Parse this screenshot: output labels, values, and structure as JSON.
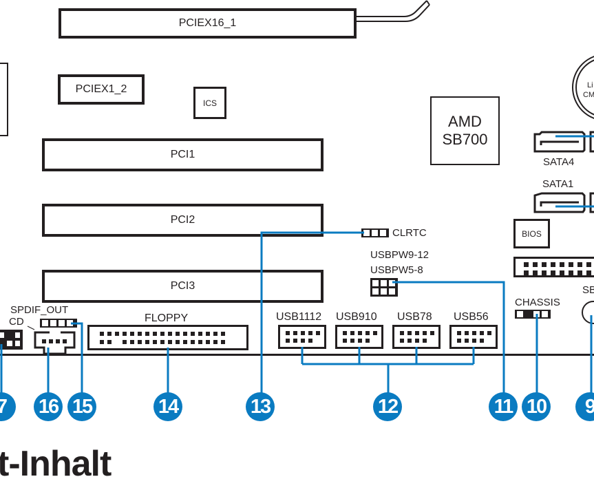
{
  "slots": {
    "pciex16_1": "PCIEX16_1",
    "pciex1_2": "PCIEX1_2",
    "pci1": "PCI1",
    "pci2": "PCI2",
    "pci3": "PCI3"
  },
  "chips": {
    "ics": "ICS",
    "amd_line1": "AMD",
    "amd_line2": "SB700",
    "bios": "BIOS",
    "battery_line1": "Li",
    "battery_line2": "CM"
  },
  "connectors": {
    "sata4": "SATA4",
    "sata1": "SATA1",
    "clrtc": "CLRTC",
    "usbpw9_12": "USBPW9-12",
    "usbpw5_8": "USBPW5-8",
    "usb1112": "USB1112",
    "usb910": "USB910",
    "usb78": "USB78",
    "usb56": "USB56",
    "floppy": "FLOPPY",
    "spdif_out": "SPDIF_OUT",
    "cd": "CD",
    "chassis": "CHASSIS",
    "sb_partial": "SB"
  },
  "callouts": [
    "7",
    "16",
    "15",
    "14",
    "13",
    "12",
    "11",
    "10",
    "9"
  ],
  "heading": "t-Inhalt",
  "colors": {
    "accent": "#0a7bc1",
    "ink": "#231f20"
  }
}
